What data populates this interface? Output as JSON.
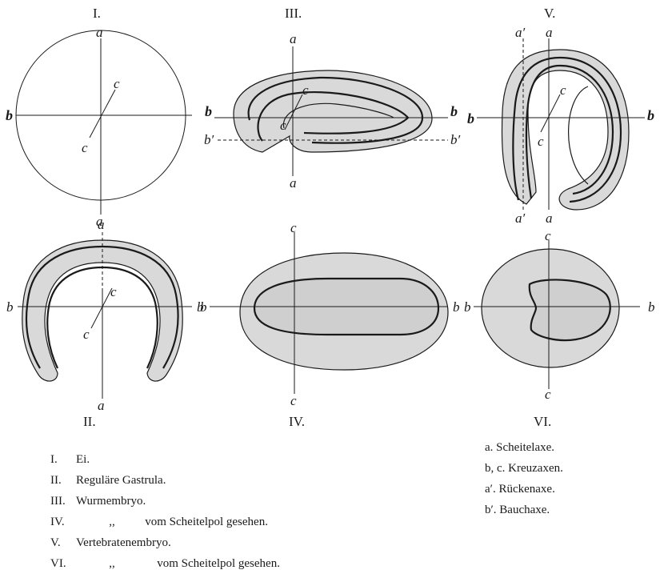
{
  "figures": {
    "i": "I.",
    "ii": "II.",
    "iii": "III.",
    "iv": "IV.",
    "v": "V.",
    "vi": "VI."
  },
  "axis_letters": {
    "a": "a",
    "b": "b",
    "c": "c",
    "a_prime": "a′",
    "b_prime": "b′"
  },
  "captions_left": [
    {
      "num": "I.",
      "text": "Ei."
    },
    {
      "num": "II.",
      "text": "Reguläre Gastrula."
    },
    {
      "num": "III.",
      "text": "Wurmembryo."
    },
    {
      "num": "IV.",
      "text": "           ,,          vom Scheitelpol gesehen."
    },
    {
      "num": "V.",
      "text": "Vertebratenembryo."
    },
    {
      "num": "VI.",
      "text": "           ,,              vom Scheitelpol gesehen."
    }
  ],
  "captions_right": [
    {
      "text": "a. Scheitelaxe."
    },
    {
      "text": "b, c. Kreuzaxen."
    },
    {
      "text": "a′. Rückenaxe."
    },
    {
      "text": "b′. Bauchaxe."
    }
  ],
  "colors": {
    "stroke": "#1a1a1a",
    "fill": "#d9d9d9",
    "paper": "#ffffff"
  }
}
